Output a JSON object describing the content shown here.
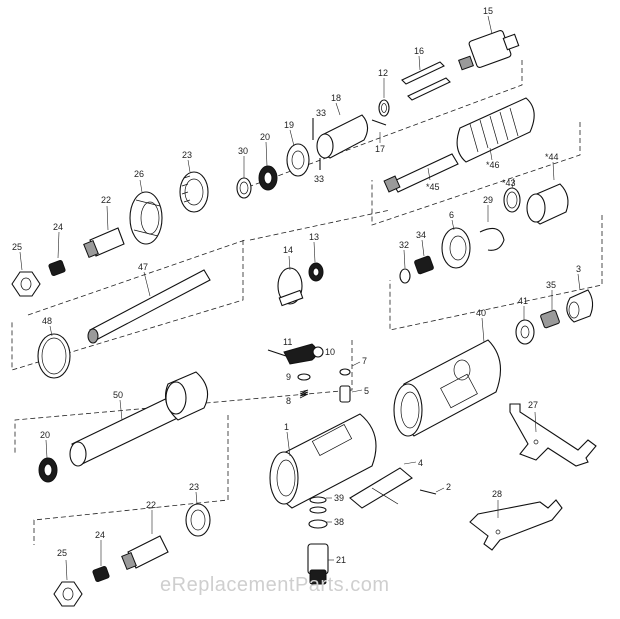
{
  "labels": {
    "p1": "1",
    "p2": "2",
    "p3": "3",
    "p4": "4",
    "p5": "5",
    "p6": "6",
    "p7": "7",
    "p8": "8",
    "p9": "9",
    "p10": "10",
    "p11": "11",
    "p12": "12",
    "p13": "13",
    "p14": "14",
    "p15": "15",
    "p16": "16",
    "p17": "17",
    "p18": "18",
    "p19": "19",
    "p20a": "20",
    "p20b": "20",
    "p21": "21",
    "p22a": "22",
    "p22b": "22",
    "p23a": "23",
    "p23b": "23",
    "p24a": "24",
    "p24b": "24",
    "p25a": "25",
    "p25b": "25",
    "p26": "26",
    "p27": "27",
    "p28": "28",
    "p29": "29",
    "p30": "30",
    "p33a": "33",
    "p33b": "33",
    "p32": "32",
    "p34": "34",
    "p35": "35",
    "p38": "38",
    "p39": "39",
    "p40": "40",
    "p41": "41",
    "p47": "47",
    "p48": "48",
    "p50": "50",
    "p43": "*43",
    "p44": "*44",
    "p45": "*45",
    "p46": "*46"
  },
  "watermark": "eReplacementParts.com"
}
